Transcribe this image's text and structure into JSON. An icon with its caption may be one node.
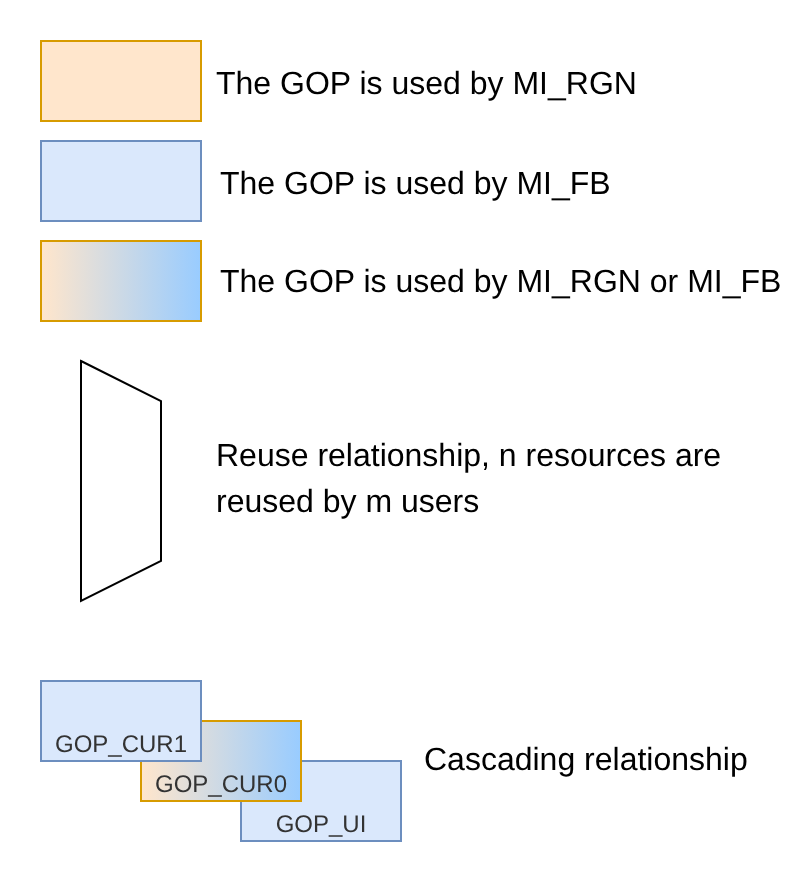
{
  "diagram": {
    "nodes": [
      {
        "text": [
          "GOP_CUR1"
        ]
      },
      {
        "text": [
          "GOP_CUR0"
        ]
      },
      {
        "text": [
          "GOP_UI"
        ]
      }
    ],
    "legend": [
      {
        "text": "The GOP is used by MI_RGN",
        "color": "#ffe6cc"
      },
      {
        "text": "The GOP is used by MI_FB",
        "color": "#dae8fc"
      },
      {
        "text": "The GOP is used by MI_RGN or MI_FB"
      },
      {
        "text": "Reuse relationship, n resources are reused by m users"
      },
      {
        "text": "Cascading relationship"
      }
    ]
  }
}
